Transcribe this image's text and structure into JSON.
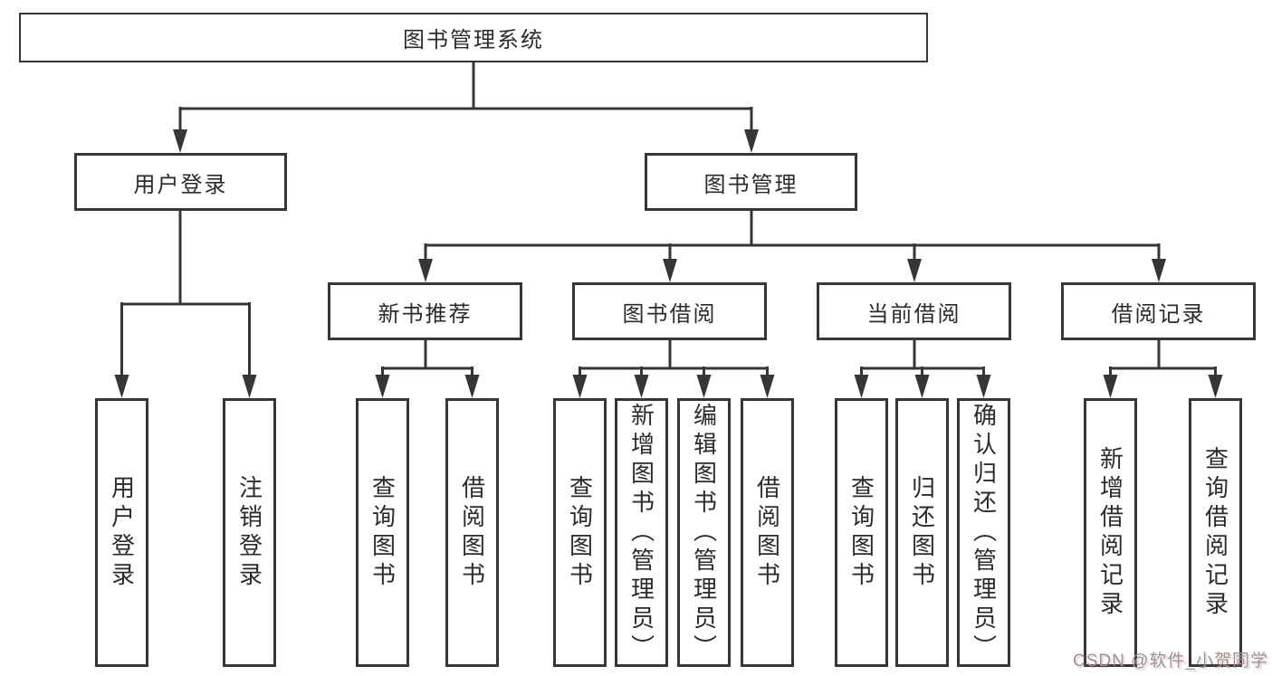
{
  "diagram": {
    "type": "tree",
    "title": "图书管理系统",
    "colors": {
      "line": "#363636",
      "box_border": "#363636",
      "text": "#2b2b2b",
      "background": "#ffffff",
      "watermark": "#969696"
    },
    "nodes": {
      "root": "图书管理系统",
      "login": "用户登录",
      "manage": "图书管理",
      "recommend": "新书推荐",
      "borrow": "图书借阅",
      "current": "当前借阅",
      "records": "借阅记录",
      "l_login": "用户登录",
      "l_logout": "注销登录",
      "l_rec_query": "查询图书",
      "l_rec_borrow": "借阅图书",
      "l_bor_query": "查询图书",
      "l_bor_add": "新增图书（管理员）",
      "l_bor_edit": "编辑图书（管理员）",
      "l_bor_borrow": "借阅图书",
      "l_cur_query": "查询图书",
      "l_cur_return": "归还图书",
      "l_cur_confirm": "确认归还（管理员）",
      "l_rd_add": "新增借阅记录",
      "l_rd_query": "查询借阅记录"
    },
    "structure": {
      "图书管理系统": {
        "用户登录": [
          "用户登录",
          "注销登录"
        ],
        "图书管理": {
          "新书推荐": [
            "查询图书",
            "借阅图书"
          ],
          "图书借阅": [
            "查询图书",
            "新增图书（管理员）",
            "编辑图书（管理员）",
            "借阅图书"
          ],
          "当前借阅": [
            "查询图书",
            "归还图书",
            "确认归还（管理员）"
          ],
          "借阅记录": [
            "新增借阅记录",
            "查询借阅记录"
          ]
        }
      }
    }
  },
  "watermark": "CSDN @软件_小贺同学"
}
